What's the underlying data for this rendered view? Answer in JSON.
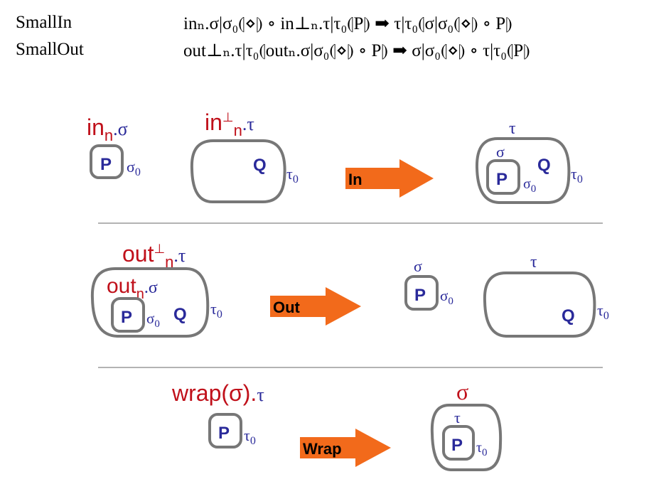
{
  "rules": [
    {
      "name": "SmallIn",
      "formula": "inₙ.σ|σ₀⦇⋄⦈ ∘ in⊥ₙ.τ|τ₀⦇P⦈ ➡ τ|τ₀⦇σ|σ₀⦇⋄⦈ ∘ P⦈"
    },
    {
      "name": "SmallOut",
      "formula": "out⊥ₙ.τ|τ₀⦇outₙ.σ|σ₀⦇⋄⦈ ∘ P⦈ ➡ σ|σ₀⦇⋄⦈ ∘ τ|τ₀⦇P⦈"
    }
  ],
  "rows": {
    "in": {
      "prefix_left": {
        "base": "in",
        "sub": "n",
        "tail": ".σ"
      },
      "prefix_right": {
        "base": "in",
        "sup": "⊥",
        "sub": "n",
        "tail": ".τ"
      },
      "arrow_label": "In",
      "result_outer": "τ",
      "result_inner": "σ"
    },
    "out": {
      "prefix_outer": {
        "base": "out",
        "sup": "⊥",
        "sub": "n",
        "tail": ".τ"
      },
      "prefix_inner": {
        "base": "out",
        "sub": "n",
        "tail": ".σ"
      },
      "arrow_label": "Out",
      "result_left": "σ",
      "result_right": "τ"
    },
    "wrap": {
      "prefix": {
        "base": "wrap(σ).",
        "tail": "τ"
      },
      "arrow_label": "Wrap",
      "result_outer": "σ",
      "result_inner": "τ"
    }
  },
  "symbols": {
    "P": "P",
    "Q": "Q",
    "sigma": "σ",
    "tau": "τ",
    "zero": "0"
  },
  "colors": {
    "prefix_red": "#c0101a",
    "name_blue": "#2a2a9a",
    "box_gray": "#777777",
    "arrow_orange": "#f26a1b",
    "divider_gray": "#9a9a9a"
  }
}
